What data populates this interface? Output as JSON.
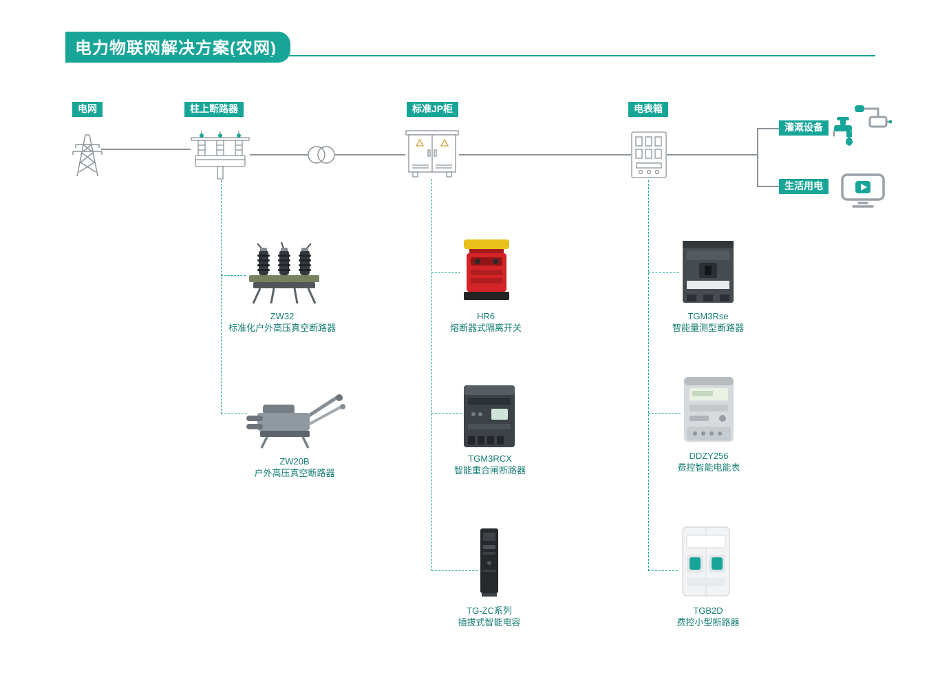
{
  "title": "电力物联网解决方案(农网)",
  "colors": {
    "accent": "#17A598",
    "line_gray": "#8b9399",
    "label_teal": "#157d73",
    "hr6_red": "#d42427",
    "hr6_yellow": "#e8c21a"
  },
  "nodes": {
    "grid": "电网",
    "pole_breaker": "柱上断路器",
    "jp_cabinet": "标准JP柜",
    "meter_box": "电表箱",
    "irrigation": "灌溉设备",
    "domestic": "生活用电"
  },
  "icons": {
    "grid": "transmission-tower-icon",
    "pole_breaker": "pole-breaker-icon",
    "transformer": "transformer-circles-icon",
    "jp_cabinet": "jp-cabinet-icon",
    "meter_box": "meter-box-icon",
    "irrigation": "irrigation-faucet-icon",
    "domestic": "monitor-play-icon"
  },
  "products": {
    "zw32": {
      "model": "ZW32",
      "desc": "标准化户外高压真空断路器"
    },
    "zw20b": {
      "model": "ZW20B",
      "desc": "户外高压真空断路器"
    },
    "hr6": {
      "model": "HR6",
      "desc": "熔断器式隔离开关"
    },
    "tgm3rcx": {
      "model": "TGM3RCX",
      "desc": "智能重合闸断路器"
    },
    "tgzc": {
      "model": "TG-ZC系列",
      "desc": "插拔式智能电容"
    },
    "tgm3rse": {
      "model": "TGM3Rse",
      "desc": "智能量测型断路器"
    },
    "ddzy256": {
      "model": "DDZY256",
      "desc": "费控智能电能表"
    },
    "tgb2d": {
      "model": "TGB2D",
      "desc": "费控小型断路器"
    }
  }
}
